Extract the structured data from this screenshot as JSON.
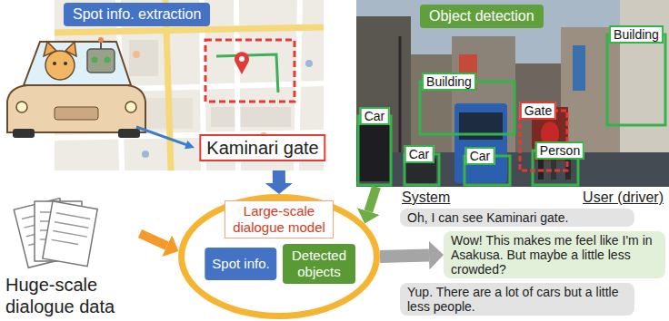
{
  "diagram": {
    "nodes": [
      {
        "text": [
          "Spot info. extraction"
        ]
      },
      {
        "text": [
          "Kaminari gate"
        ],
        "in": 0
      },
      {
        "text": [
          "Object detection"
        ]
      },
      {
        "text": [
          "Building"
        ],
        "in": 2
      },
      {
        "text": [
          "Building"
        ],
        "in": 2
      },
      {
        "text": [
          "Gate"
        ],
        "in": 2
      },
      {
        "text": [
          "Car"
        ],
        "in": 2
      },
      {
        "text": [
          "Car"
        ],
        "in": 2
      },
      {
        "text": [
          "Person"
        ],
        "in": 2
      },
      {
        "text": [
          "Car"
        ],
        "in": 2
      },
      {
        "text": [
          "Huge-scale dialogue data"
        ]
      },
      {
        "text": [
          "Large-scale dialogue model"
        ]
      },
      {
        "text": [
          "Spot info."
        ],
        "in": 11
      },
      {
        "text": [
          "Detected objects"
        ],
        "in": 11
      },
      {
        "text": [
          "Oh, I can see Kaminari gate."
        ]
      },
      {
        "text": [
          "Wow! This makes me feel like I'm in Asakusa. But maybe a little less crowded?"
        ]
      },
      {
        "text": [
          "Yup. There are a lot of cars but a little less people."
        ]
      }
    ],
    "edges": [
      {
        "from": 0,
        "to": 11,
        "arrow": "to"
      },
      {
        "from": 2,
        "to": 11,
        "arrow": "to"
      },
      {
        "from": 10,
        "to": 11,
        "arrow": "to"
      },
      {
        "from": 11,
        "to": 15,
        "arrow": "to"
      }
    ],
    "labels": [
      "System",
      "User (driver)"
    ]
  }
}
